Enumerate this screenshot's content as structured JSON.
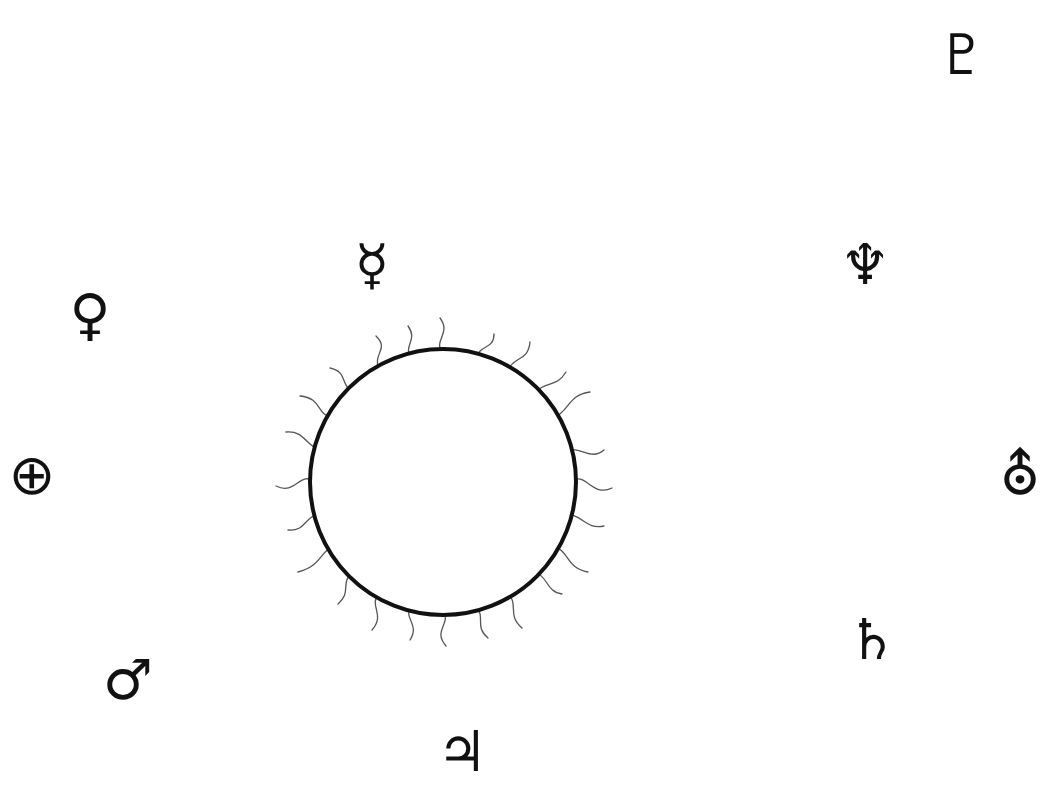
{
  "diagram": {
    "labels": [
      "♇",
      "☿",
      "♆",
      "♀",
      "⊕",
      "⛢",
      "♄",
      "♂",
      "♃"
    ]
  }
}
